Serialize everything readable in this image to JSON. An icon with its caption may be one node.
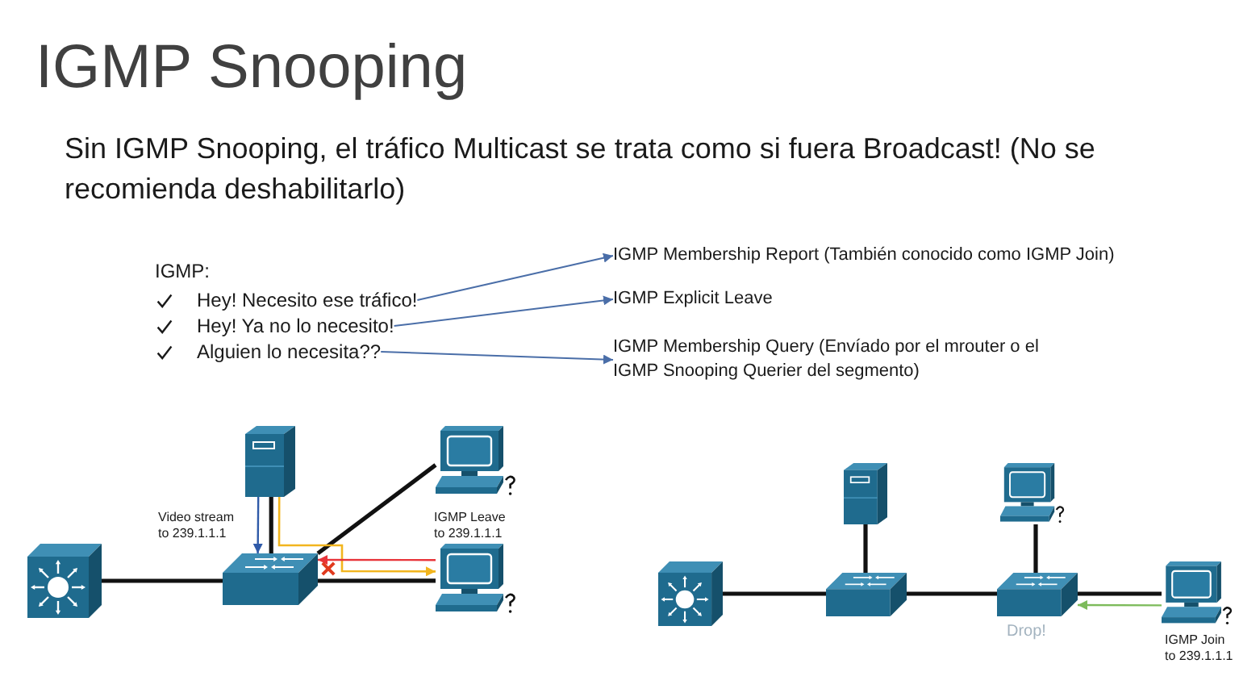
{
  "diagram": {
    "title": "IGMP Snooping",
    "nodes": [
      {
        "text": [
          "Hey! Necesito ese tráfico!"
        ]
      },
      {
        "text": [
          "Hey! Ya no lo necesito!"
        ]
      },
      {
        "text": [
          "Alguien lo necesita??"
        ]
      },
      {
        "text": [
          "IGMP Membership Report (También conocido como IGMP Join)"
        ]
      },
      {
        "text": [
          "IGMP Explicit Leave"
        ]
      },
      {
        "text": [
          "IGMP Membership Query (Envíado por el mrouter o el IGMP Snooping Querier del segmento)"
        ]
      },
      {
        "text": [],
        "shape": "router"
      },
      {
        "text": [],
        "shape": "server"
      },
      {
        "text": [],
        "shape": "switch"
      },
      {
        "text": [],
        "shape": "computer"
      },
      {
        "text": [],
        "shape": "computer"
      },
      {
        "text": [],
        "shape": "router"
      },
      {
        "text": [],
        "shape": "server"
      },
      {
        "text": [],
        "shape": "switch"
      },
      {
        "text": [],
        "shape": "computer"
      },
      {
        "text": [],
        "shape": "switch",
        "beside": [
          "Drop!"
        ]
      },
      {
        "text": [],
        "shape": "computer",
        "beside": [
          "IGMP Join to 239.1.1.1"
        ]
      }
    ],
    "edges": [
      {
        "from": 0,
        "to": 3,
        "arrow": "to",
        "color": "#4a6ea8"
      },
      {
        "from": 1,
        "to": 4,
        "arrow": "to",
        "color": "#4a6ea8"
      },
      {
        "from": 2,
        "to": 5,
        "arrow": "to",
        "color": "#4a6ea8"
      },
      {
        "from": 6,
        "to": 8,
        "arrow": "none"
      },
      {
        "from": 7,
        "to": 8,
        "arrow": "none"
      },
      {
        "from": 8,
        "to": 9,
        "arrow": "none"
      },
      {
        "from": 8,
        "to": 10,
        "arrow": "none"
      },
      {
        "from": 7,
        "to": 8,
        "arrow": "to",
        "label": "Video stream to 239.1.1.1",
        "color": "#2f5aa8"
      },
      {
        "from": 7,
        "to": 10,
        "arrow": "to",
        "color": "#f2b51e"
      },
      {
        "from": 10,
        "to": 8,
        "arrow": "to",
        "label": "IGMP Leave to 239.1.1.1",
        "color": "#e8343a"
      },
      {
        "from": 11,
        "to": 13,
        "arrow": "none"
      },
      {
        "from": 12,
        "to": 13,
        "arrow": "none"
      },
      {
        "from": 13,
        "to": 15,
        "arrow": "none"
      },
      {
        "from": 14,
        "to": 15,
        "arrow": "none"
      },
      {
        "from": 15,
        "to": 16,
        "arrow": "none"
      },
      {
        "from": 16,
        "to": 15,
        "arrow": "to",
        "color": "#7dbb5b"
      }
    ],
    "labels": [
      "Sin IGMP Snooping, el tráfico Multicast se trata como si fuera Broadcast! (No se recomienda deshabilitarlo)",
      "IGMP:"
    ]
  }
}
